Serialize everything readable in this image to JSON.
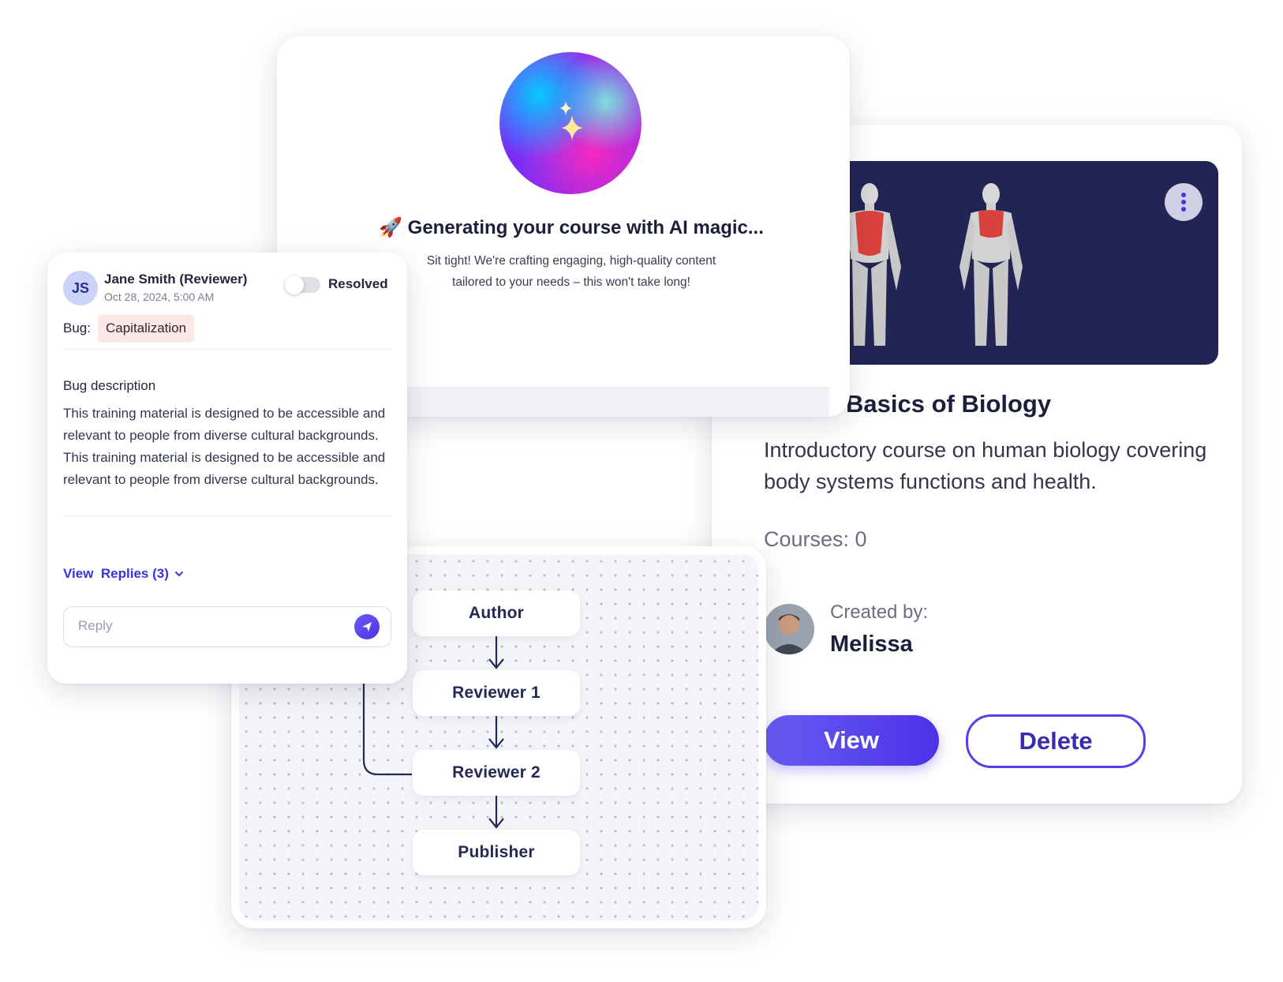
{
  "ai_card": {
    "heading": "🚀 Generating your course with AI magic...",
    "subtitle_line1": "Sit tight! We're crafting engaging, high-quality content",
    "subtitle_line2": "tailored to your needs – this won't take long!"
  },
  "course": {
    "title": "Basics of Biology",
    "description": "Introductory course on human biology covering body systems functions and health.",
    "courses_count": "Courses: 0",
    "created_by_label": "Created by:",
    "creator_name": "Melissa",
    "view_label": "View",
    "delete_label": "Delete"
  },
  "comment": {
    "avatar_initials": "JS",
    "author": "Jane Smith (Reviewer)",
    "date": "Oct 28, 2024, 5:00 AM",
    "resolved_label": "Resolved",
    "resolved": false,
    "bug_label": "Bug:",
    "bug_tag": "Capitalization",
    "description_title": "Bug description",
    "description": "This training material is designed to be accessible and relevant to people from diverse cultural backgrounds. This training material is designed to be accessible and relevant to people from diverse cultural backgrounds.",
    "view_replies": "View  Replies (3)",
    "reply_placeholder": "Reply"
  },
  "workflow": {
    "nodes": [
      "Author",
      "Reviewer  1",
      "Reviewer  2",
      "Publisher"
    ]
  },
  "colors": {
    "primary": "#4a32e8",
    "hero_background": "#222453",
    "bug_tag_bg": "#fde8e8",
    "link": "#3b33e0"
  },
  "icons": {
    "kebab": "kebab-menu-icon",
    "send": "send-icon",
    "chevron": "chevron-down-icon",
    "sparkle": "sparkle-icon"
  }
}
